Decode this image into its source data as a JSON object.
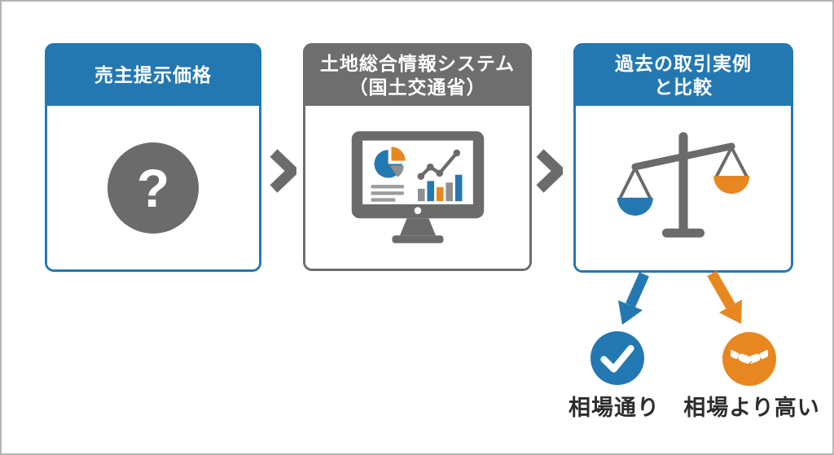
{
  "colors": {
    "blue": "#2478b2",
    "orange": "#e8861f",
    "dark_gray": "#6b6b6b",
    "header_gray": "#6e6e6e",
    "label_text": "#2d2d2d"
  },
  "flow": {
    "steps": [
      {
        "title": "売主提示価格",
        "icon": "question-mark",
        "glyph": "?",
        "header_color": "#2478b2"
      },
      {
        "title": "土地総合情報システム",
        "subtitle": "（国土交通省）",
        "icon": "analytics-monitor",
        "header_color": "#6e6e6e"
      },
      {
        "title": "過去の取引実例",
        "subtitle": "と比較",
        "icon": "balance-scale",
        "header_color": "#2478b2"
      }
    ],
    "connectors": [
      {
        "icon": "chevron-right",
        "color": "#6b6b6b"
      },
      {
        "icon": "chevron-right",
        "color": "#6b6b6b"
      }
    ]
  },
  "outcomes": [
    {
      "label": "相場通り",
      "icon": "checkmark",
      "color": "#2478b2",
      "arrow": "down-left"
    },
    {
      "label": "相場より高い",
      "icon": "handshake",
      "color": "#e8861f",
      "arrow": "down-right"
    }
  ]
}
